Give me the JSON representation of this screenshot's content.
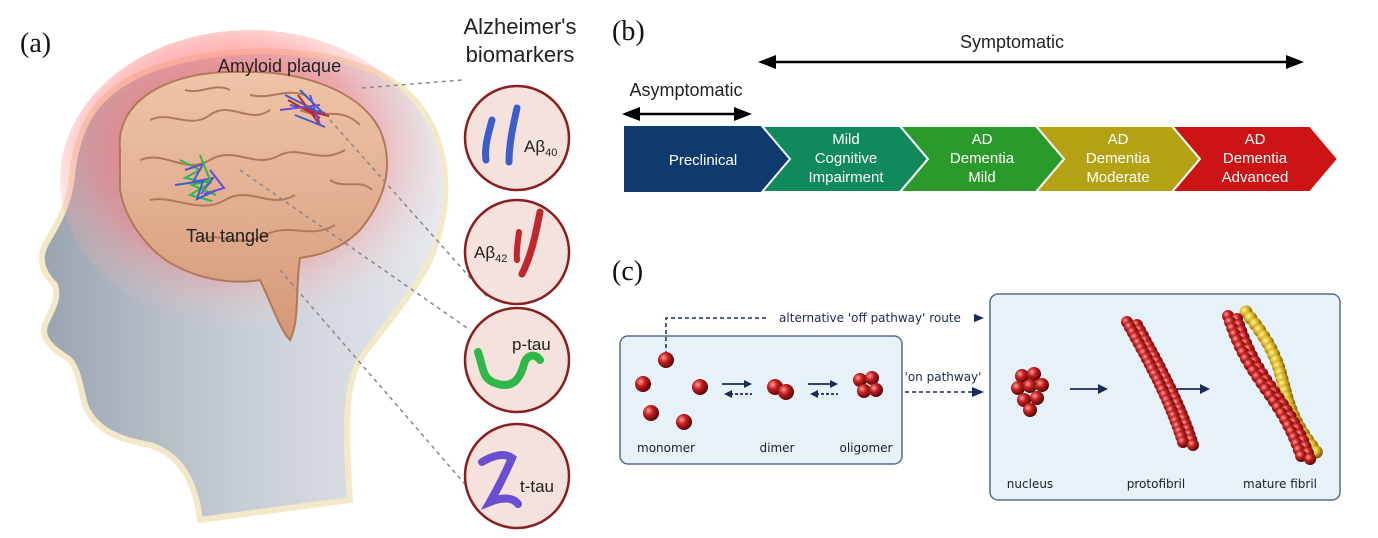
{
  "panel_a": {
    "label": "(a)",
    "header_line1": "Alzheimer's",
    "header_line2": "biomarkers",
    "amyloid_label": "Amyloid plaque",
    "tau_label": "Tau tangle",
    "biomarkers": [
      {
        "prefix": "Aβ",
        "sub": "40",
        "color": "#3a5fcd"
      },
      {
        "prefix": "Aβ",
        "sub": "42",
        "color": "#c0272d"
      },
      {
        "prefix": "p-tau",
        "sub": "",
        "color": "#2fb84a"
      },
      {
        "prefix": "t-tau",
        "sub": "",
        "color": "#6a4fd0"
      }
    ]
  },
  "panel_b": {
    "label": "(b)",
    "symptomatic": "Symptomatic",
    "asymptomatic": "Asymptomatic",
    "stages": [
      {
        "lines": [
          "Preclinical"
        ],
        "color": "#0e3a6e"
      },
      {
        "lines": [
          "Mild",
          "Cognitive",
          "Impairment"
        ],
        "color": "#108a5a"
      },
      {
        "lines": [
          "AD",
          "Dementia",
          "Mild"
        ],
        "color": "#2a9a2a"
      },
      {
        "lines": [
          "AD",
          "Dementia",
          "Moderate"
        ],
        "color": "#b5a214"
      },
      {
        "lines": [
          "AD",
          "Dementia",
          "Advanced"
        ],
        "color": "#cc1414"
      }
    ]
  },
  "panel_c": {
    "label": "(c)",
    "off_pathway": "alternative 'off pathway' route",
    "on_pathway": "'on pathway'",
    "left_labels": [
      "monomer",
      "dimer",
      "oligomer"
    ],
    "right_labels": [
      "nucleus",
      "protofibril",
      "mature fibril"
    ],
    "box_fill": "#e6f1fa",
    "box_stroke": "#5a6a8a"
  }
}
